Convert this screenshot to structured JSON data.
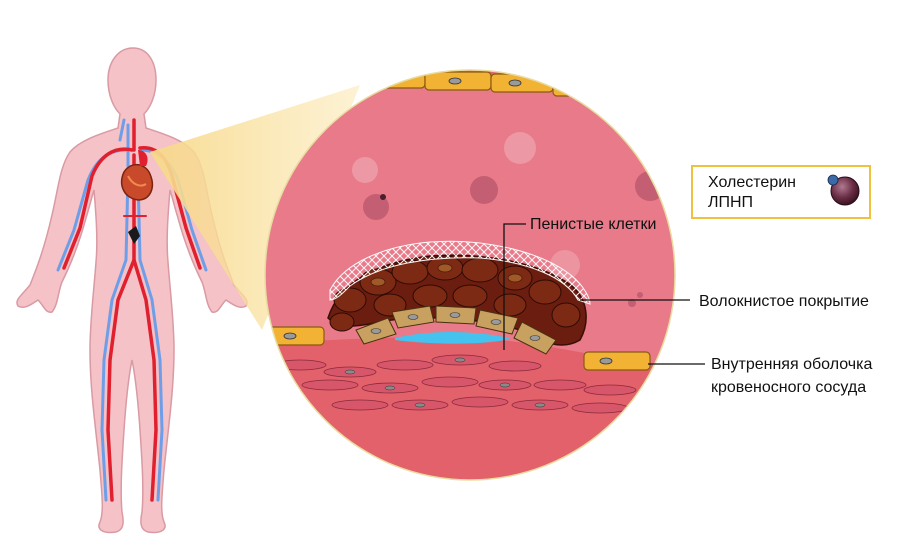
{
  "legend": {
    "line1": "Холестерин",
    "line2": "ЛПНП"
  },
  "labels": {
    "foam_cells": "Пенистые клетки",
    "fibrous_cap": "Волокнистое покрытие",
    "intima_line1": "Внутренняя оболочка",
    "intima_line2": "кровеносного сосуда"
  },
  "colors": {
    "body_skin": "#f4c2c7",
    "artery": "#e0202e",
    "vein": "#6f9ee8",
    "vessel_lumen": "#e87a8a",
    "plaque": "#6b1e10",
    "endothelium": "#f2b233",
    "legend_border": "#f0c040"
  }
}
